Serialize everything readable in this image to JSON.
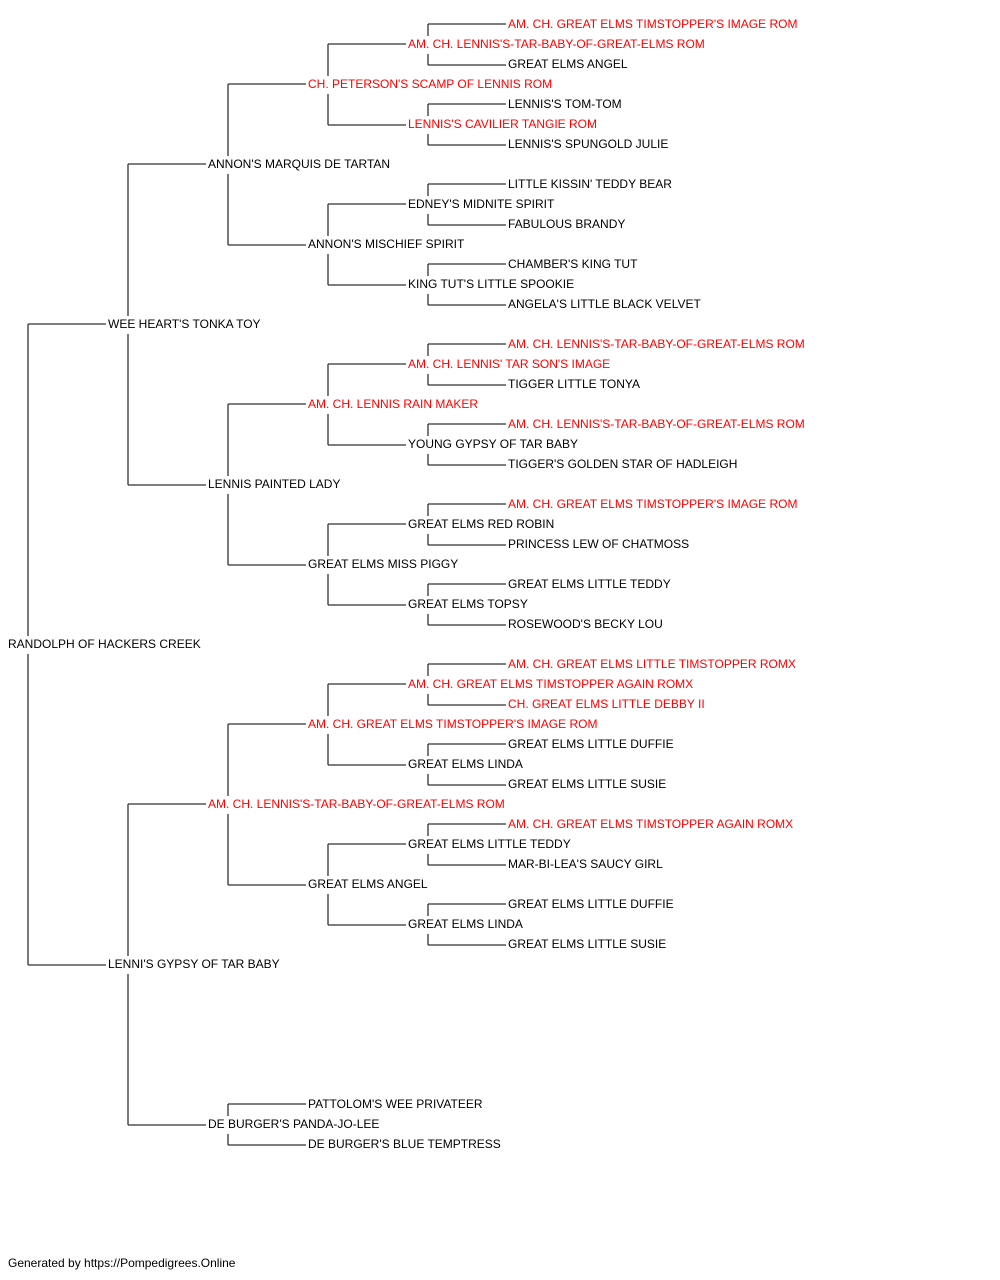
{
  "colors": {
    "normal": "#000000",
    "champion": "#ff0000",
    "connector": "#333333"
  },
  "pedigree": {
    "name": "RANDOLPH OF HACKERS CREEK",
    "champion": false,
    "sire": {
      "name": "WEE HEART'S TONKA TOY",
      "champion": false,
      "sire": {
        "name": "ANNON'S MARQUIS DE TARTAN",
        "champion": false,
        "sire": {
          "name": "CH. PETERSON'S SCAMP OF LENNIS ROM",
          "champion": true,
          "sire": {
            "name": "AM. CH. LENNIS'S-TAR-BABY-OF-GREAT-ELMS ROM",
            "champion": true,
            "sire": {
              "name": "AM. CH. GREAT ELMS TIMSTOPPER'S IMAGE ROM",
              "champion": true
            },
            "dam": {
              "name": "GREAT ELMS ANGEL",
              "champion": false
            }
          },
          "dam": {
            "name": "LENNIS'S CAVILIER TANGIE ROM",
            "champion": true,
            "sire": {
              "name": "LENNIS'S TOM-TOM",
              "champion": false
            },
            "dam": {
              "name": "LENNIS'S SPUNGOLD JULIE",
              "champion": false
            }
          }
        },
        "dam": {
          "name": "ANNON'S MISCHIEF SPIRIT",
          "champion": false,
          "sire": {
            "name": "EDNEY'S MIDNITE SPIRIT",
            "champion": false,
            "sire": {
              "name": "LITTLE KISSIN' TEDDY BEAR",
              "champion": false
            },
            "dam": {
              "name": "FABULOUS BRANDY",
              "champion": false
            }
          },
          "dam": {
            "name": "KING TUT'S LITTLE SPOOKIE",
            "champion": false,
            "sire": {
              "name": "CHAMBER'S KING TUT",
              "champion": false
            },
            "dam": {
              "name": "ANGELA'S LITTLE BLACK VELVET",
              "champion": false
            }
          }
        }
      },
      "dam": {
        "name": "LENNIS PAINTED LADY",
        "champion": false,
        "sire": {
          "name": "AM. CH. LENNIS RAIN MAKER",
          "champion": true,
          "sire": {
            "name": "AM. CH. LENNIS' TAR SON'S IMAGE",
            "champion": true,
            "sire": {
              "name": "AM. CH. LENNIS'S-TAR-BABY-OF-GREAT-ELMS ROM",
              "champion": true
            },
            "dam": {
              "name": "TIGGER LITTLE TONYA",
              "champion": false
            }
          },
          "dam": {
            "name": "YOUNG GYPSY OF TAR BABY",
            "champion": false,
            "sire": {
              "name": "AM. CH. LENNIS'S-TAR-BABY-OF-GREAT-ELMS ROM",
              "champion": true
            },
            "dam": {
              "name": "TIGGER'S GOLDEN STAR OF HADLEIGH",
              "champion": false
            }
          }
        },
        "dam": {
          "name": "GREAT ELMS MISS PIGGY",
          "champion": false,
          "sire": {
            "name": "GREAT ELMS RED ROBIN",
            "champion": false,
            "sire": {
              "name": "AM. CH. GREAT ELMS TIMSTOPPER'S IMAGE ROM",
              "champion": true
            },
            "dam": {
              "name": "PRINCESS LEW OF CHATMOSS",
              "champion": false
            }
          },
          "dam": {
            "name": "GREAT ELMS TOPSY",
            "champion": false,
            "sire": {
              "name": "GREAT ELMS LITTLE TEDDY",
              "champion": false
            },
            "dam": {
              "name": "ROSEWOOD'S BECKY LOU",
              "champion": false
            }
          }
        }
      }
    },
    "dam": {
      "name": "LENNI'S GYPSY OF TAR BABY",
      "champion": false,
      "sire": {
        "name": "AM. CH. LENNIS'S-TAR-BABY-OF-GREAT-ELMS ROM",
        "champion": true,
        "sire": {
          "name": "AM. CH. GREAT ELMS TIMSTOPPER'S IMAGE ROM",
          "champion": true,
          "sire": {
            "name": "AM. CH. GREAT ELMS TIMSTOPPER AGAIN ROMX",
            "champion": true,
            "sire": {
              "name": "AM. CH. GREAT ELMS LITTLE TIMSTOPPER ROMX",
              "champion": true
            },
            "dam": {
              "name": "CH. GREAT ELMS LITTLE DEBBY II",
              "champion": true
            }
          },
          "dam": {
            "name": "GREAT ELMS LINDA",
            "champion": false,
            "sire": {
              "name": "GREAT ELMS LITTLE DUFFIE",
              "champion": false
            },
            "dam": {
              "name": "GREAT ELMS LITTLE SUSIE",
              "champion": false
            }
          }
        },
        "dam": {
          "name": "GREAT ELMS ANGEL",
          "champion": false,
          "sire": {
            "name": "GREAT ELMS LITTLE TEDDY",
            "champion": false,
            "sire": {
              "name": "AM. CH. GREAT ELMS TIMSTOPPER AGAIN ROMX",
              "champion": true
            },
            "dam": {
              "name": "MAR-BI-LEA'S SAUCY GIRL",
              "champion": false
            }
          },
          "dam": {
            "name": "GREAT ELMS LINDA",
            "champion": false,
            "sire": {
              "name": "GREAT ELMS LITTLE DUFFIE",
              "champion": false
            },
            "dam": {
              "name": "GREAT ELMS LITTLE SUSIE",
              "champion": false
            }
          }
        }
      },
      "dam": {
        "name": "DE BURGER'S PANDA-JO-LEE",
        "champion": false,
        "sire": {
          "name": "PATTOLOM'S WEE PRIVATEER",
          "champion": false
        },
        "dam": {
          "name": "DE BURGER'S BLUE TEMPTRESS",
          "champion": false
        }
      }
    }
  },
  "footer": {
    "text": "Generated by https://Pompedigrees.Online"
  }
}
